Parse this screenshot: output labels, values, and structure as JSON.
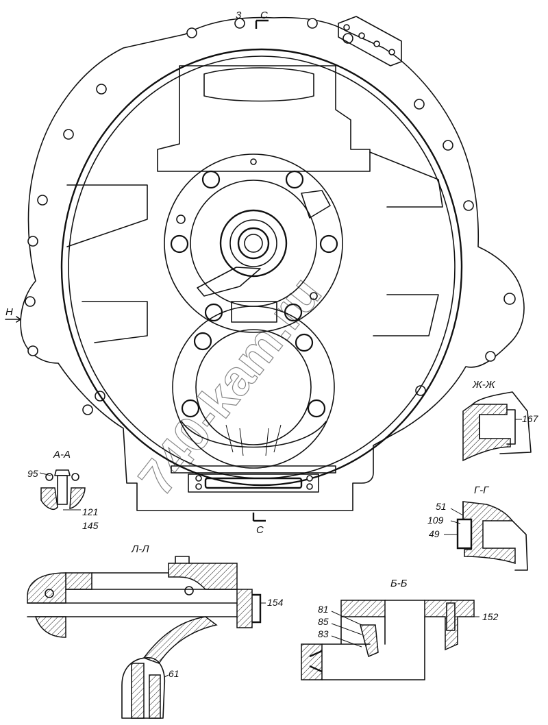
{
  "view_mark": "3",
  "cut_c_top": "C",
  "cut_c_bottom": "C",
  "arrow_h": "H",
  "watermark": "740-kam.ru",
  "sections": {
    "aa": {
      "title": "A-A",
      "callouts": [
        "95",
        "121",
        "145"
      ]
    },
    "zhzh": {
      "title": "Ж-Ж",
      "callouts": [
        "167"
      ]
    },
    "gg": {
      "title": "Г-Г",
      "callouts": [
        "51",
        "109",
        "49"
      ]
    },
    "ll": {
      "title": "Л-Л",
      "callouts": [
        "154",
        "61"
      ]
    },
    "bb": {
      "title": "Б-Б",
      "callouts": [
        "81",
        "85",
        "83",
        "152"
      ]
    }
  }
}
